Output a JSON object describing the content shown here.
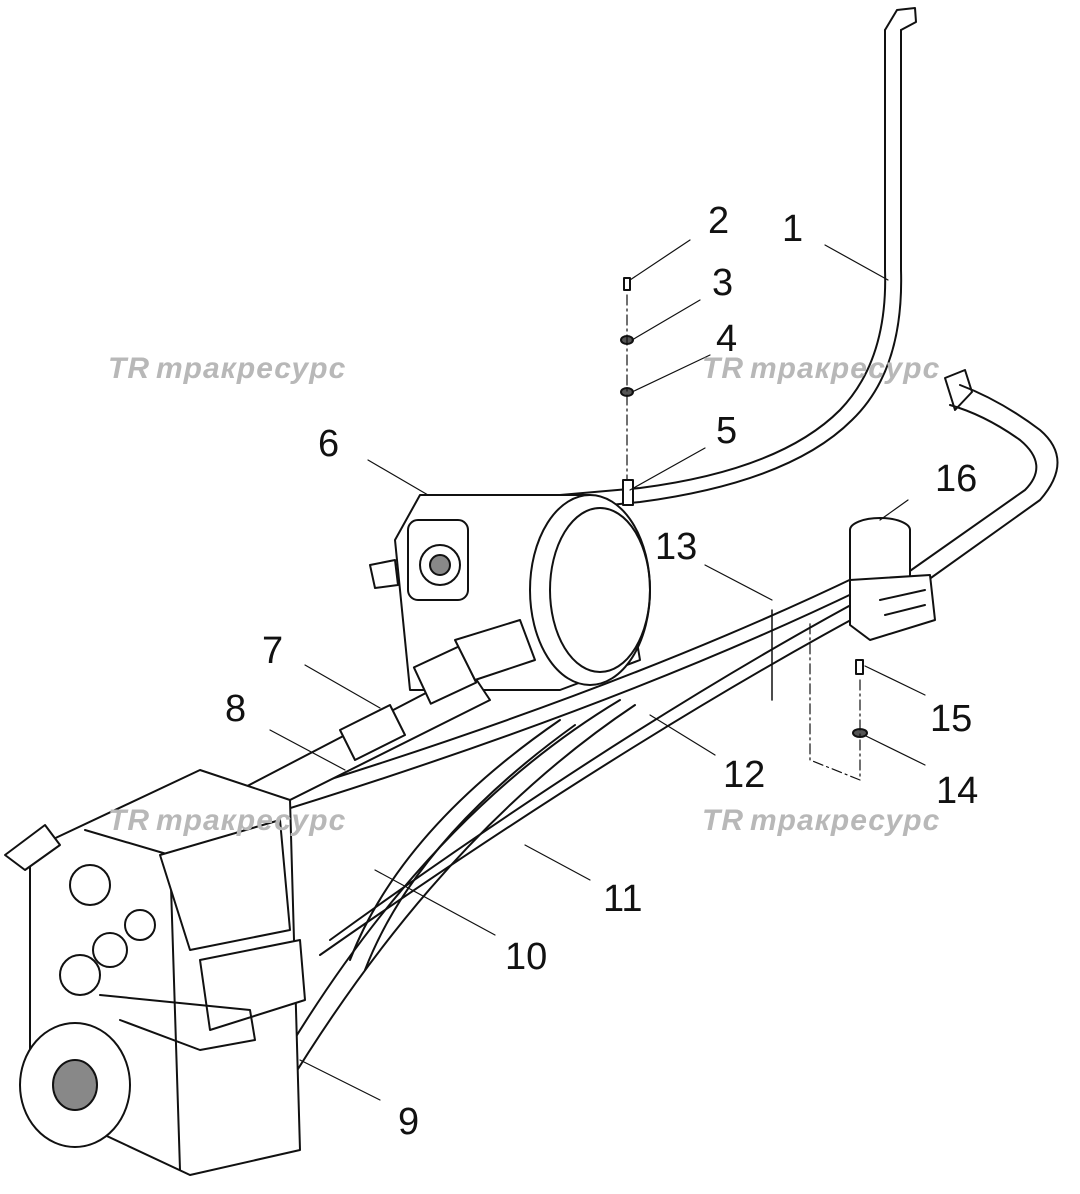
{
  "callouts": [
    "1",
    "2",
    "3",
    "4",
    "5",
    "6",
    "7",
    "8",
    "9",
    "10",
    "11",
    "12",
    "13",
    "14",
    "15",
    "16"
  ],
  "watermark": {
    "logo": "TR",
    "text": "тракресурс"
  },
  "colors": {
    "line": "#111111",
    "fill": "#ffffff",
    "shade": "#cfcfcf",
    "watermark": "#b8b8b8"
  }
}
